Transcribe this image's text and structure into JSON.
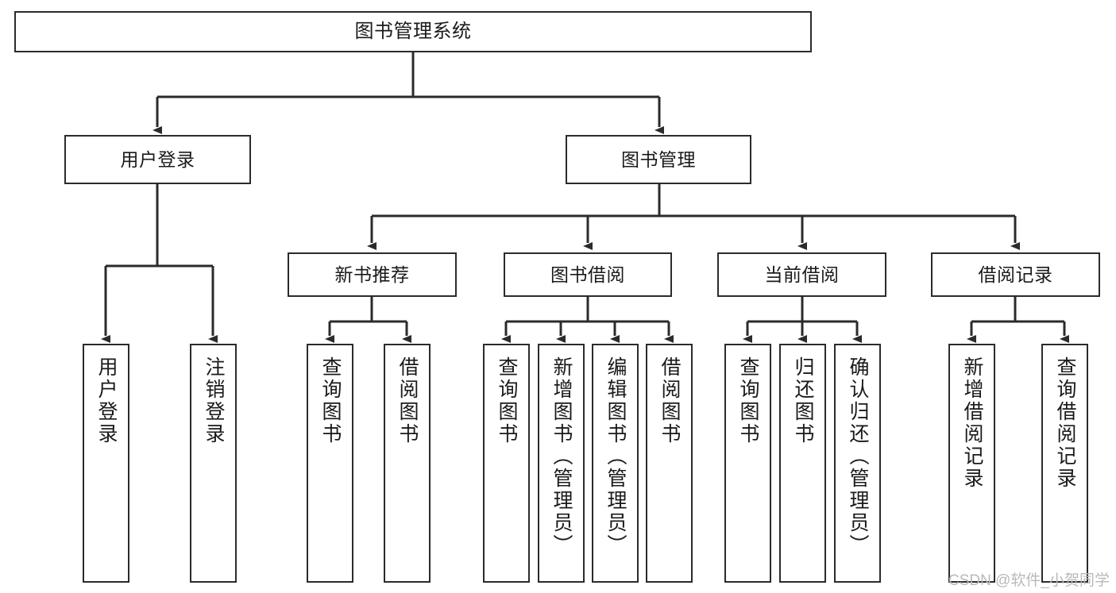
{
  "diagram": {
    "title": "图书管理系统",
    "type": "tree-hierarchy-chart",
    "root": {
      "label": "图书管理系统"
    },
    "level2": [
      {
        "label": "用户登录"
      },
      {
        "label": "图书管理"
      }
    ],
    "level3": [
      {
        "label": "新书推荐"
      },
      {
        "label": "图书借阅"
      },
      {
        "label": "当前借阅"
      },
      {
        "label": "借阅记录"
      }
    ],
    "leaves": {
      "user_login": [
        {
          "label": "用户登录"
        },
        {
          "label": "注销登录"
        }
      ],
      "new_book_recommend": [
        {
          "label": "查询图书"
        },
        {
          "label": "借阅图书"
        }
      ],
      "book_borrow": [
        {
          "label": "查询图书"
        },
        {
          "label": "新增图书（管理员）"
        },
        {
          "label": "编辑图书（管理员）"
        },
        {
          "label": "借阅图书"
        }
      ],
      "current_borrow": [
        {
          "label": "查询图书"
        },
        {
          "label": "归还图书"
        },
        {
          "label": "确认归还（管理员）"
        }
      ],
      "borrow_records": [
        {
          "label": "新增借阅记录"
        },
        {
          "label": "查询借阅记录"
        }
      ]
    },
    "watermark": "CSDN @软件_小贺同学",
    "colors": {
      "stroke": "#2b2b2b",
      "fill": "#ffffff",
      "text": "#1a1a1a",
      "watermark": "#b9b9b9"
    }
  }
}
